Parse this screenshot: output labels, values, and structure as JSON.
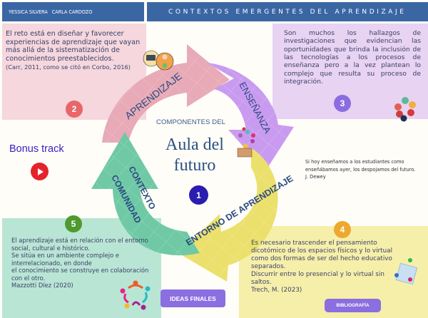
{
  "header": {
    "authors": "YESSICA SILVERA   CARLA CARDOZO",
    "title": "CONTEXTOS EMERGENTES DEL APRENDIZAJE"
  },
  "center": {
    "subtitle": "COMPONENTES DEL",
    "title_line1": "Aula del",
    "title_line2": "futuro",
    "badge": "1"
  },
  "cycle": {
    "arrows": [
      {
        "label": "APRENDIZAJE",
        "color": "#e8aab6"
      },
      {
        "label": "ENSEÑANZA",
        "color": "#c89af0"
      },
      {
        "label": "ENTORNO DE APRENDIZAJE",
        "color": "#ece170"
      },
      {
        "label": "CONTEXTO",
        "label2": "COMUNIDAD",
        "color": "#6fcaa6"
      }
    ]
  },
  "panels": {
    "p2": {
      "badge": "2",
      "text": "El reto está en diseñar y favorecer experiencias de aprendizaje que vayan más allá de la sistematización de conocimientos preestablecidos.",
      "citation": "(Carr, 2011, como se citó en Corbo, 2016)"
    },
    "p3": {
      "badge": "3",
      "text": "Son muchos los hallazgos de investigaciones que evidencian las oportunidades que brinda la inclusión de las tecnologías a los procesos de enseñanza pero a la vez plantean lo complejo que resulta su proceso de integración."
    },
    "p4": {
      "badge": "4",
      "line1": "Es necesario trascender el pensamiento dicotómico de los espacios físicos y lo virtual como dos formas de ser del hecho educativo separados.",
      "line2": "Discurrir entre lo presencial y lo virtual sin saltos.",
      "citation": "Trech, M. (2023)"
    },
    "p5": {
      "badge": "5",
      "line1": "El aprendizaje está en relación con el entorno social, cultural e histórico.",
      "line2": "Se sitúa en un ambiente complejo e interrelacionado, en donde",
      "line3": "el conocimiento se construye en colaboración con el otro.",
      "citation": "Mazzotti Díez (2020)"
    }
  },
  "quote": {
    "text": "Si hoy enseñamos a los estudiantes como enseñábamos ayer, los despojamos del futuro.",
    "author": "J. Dewey"
  },
  "bonus": {
    "label": "Bonus track",
    "icon": "play-icon"
  },
  "buttons": {
    "ideas": "IDEAS FINALES",
    "bibliography": "BIBLIOGRAFÍA"
  },
  "colors": {
    "header": "#3a66a4",
    "panel2": "#f5d7dd",
    "panel3": "#e8d3f3",
    "panel4": "#f6efaa",
    "panel5": "#b9e5d5",
    "button": "#8b6ee0"
  }
}
